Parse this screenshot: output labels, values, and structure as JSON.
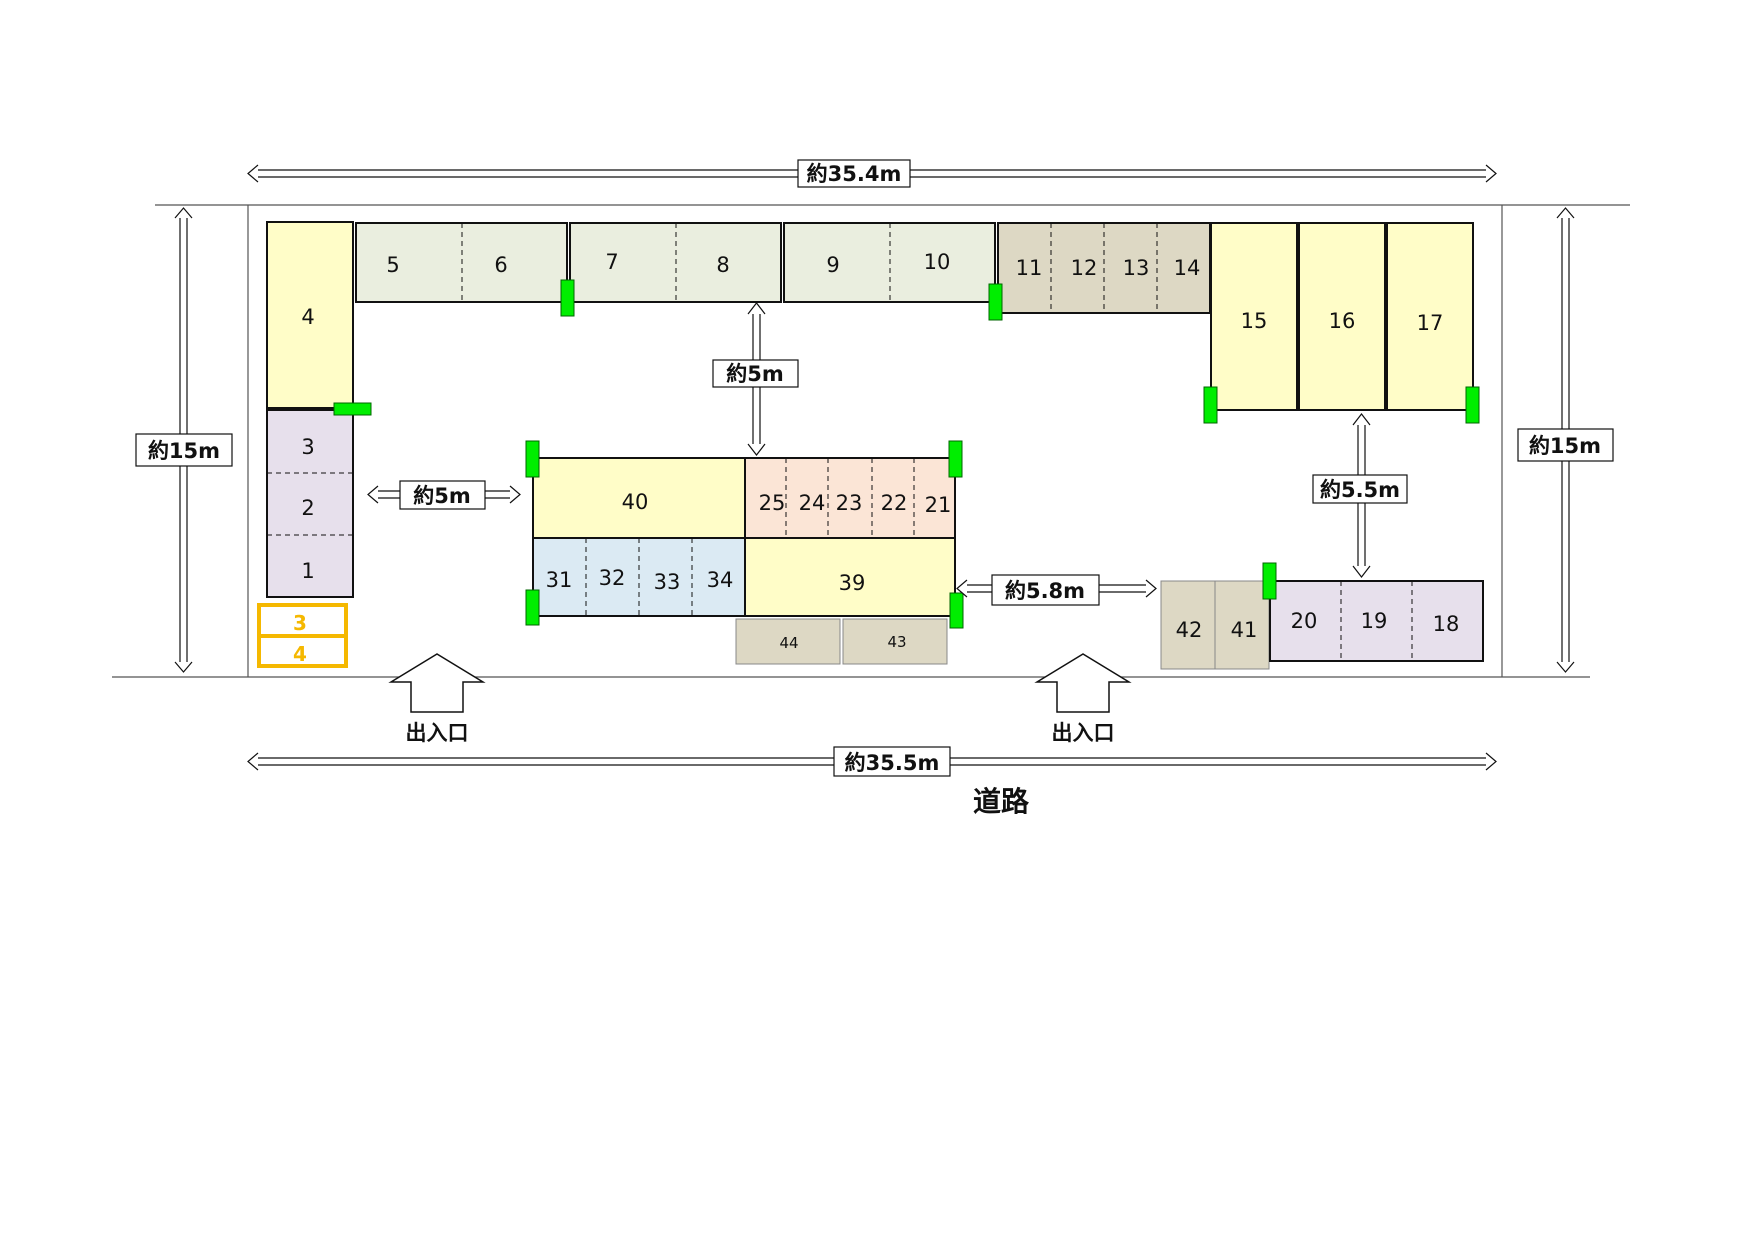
{
  "colors": {
    "yellow": "#fffdc8",
    "sage": "#eaeedf",
    "tan": "#ddd8c4",
    "lavender": "#e7e0ec",
    "peach": "#fbe5d6",
    "lightblue": "#dbeaf3",
    "green_marker": "#00ee00",
    "gold": "#f5b800"
  },
  "dimensions": {
    "top": "約35.4m",
    "bottom": "約35.5m",
    "left": "約15m",
    "right": "約15m",
    "gap_center_vertical": "約5m",
    "gap_left_horizontal": "約5m",
    "gap_right_vertical": "約5.5m",
    "gap_right_horizontal": "約5.8m"
  },
  "road_label": "道路",
  "entrances": [
    "出入口",
    "出入口"
  ],
  "lots": {
    "l1": "1",
    "l2": "2",
    "l3": "3",
    "l4": "4",
    "l5": "5",
    "l6": "6",
    "l7": "7",
    "l8": "8",
    "l9": "9",
    "l10": "10",
    "l11": "11",
    "l12": "12",
    "l13": "13",
    "l14": "14",
    "l15": "15",
    "l16": "16",
    "l17": "17",
    "l18": "18",
    "l19": "19",
    "l20": "20",
    "l21": "21",
    "l22": "22",
    "l23": "23",
    "l24": "24",
    "l25": "25",
    "l31": "31",
    "l32": "32",
    "l33": "33",
    "l34": "34",
    "l39": "39",
    "l40": "40",
    "l41": "41",
    "l42": "42",
    "l43": "43",
    "l44": "44"
  },
  "outside_lots": [
    "3",
    "4"
  ]
}
